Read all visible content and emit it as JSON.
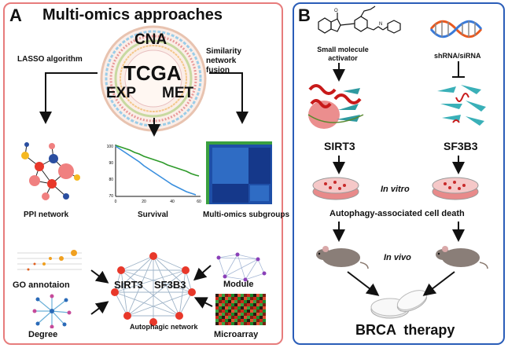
{
  "panel_a": {
    "letter": "A",
    "title": "Multi-omics approaches",
    "circos_labels": {
      "cna": "CNA",
      "tcga": "TCGA",
      "exp": "EXP",
      "met": "MET"
    },
    "lasso_label": "LASSO algorithm",
    "snf_label": "Similarity network fusion",
    "ppi_label": "PPI network",
    "survival_label": "Survival",
    "subgroups_label": "Multi-omics subgroups",
    "survival_ticks": {
      "y": [
        "100",
        "90",
        "80",
        "70"
      ],
      "x": [
        "0",
        "20",
        "40",
        "60"
      ]
    },
    "go_label": "GO annotaion",
    "degree_label": "Degree",
    "module_label": "Module",
    "microarray_label": "Microarray",
    "network_genes": {
      "left": "SIRT3",
      "right": "SF3B3"
    },
    "autophagic_label": "Autophagic network",
    "colors": {
      "border": "#e77c7c",
      "node": "#e8382a",
      "green": "#2e9a2a",
      "blue": "#3a8fde"
    }
  },
  "panel_b": {
    "letter": "B",
    "activator_label": "Small molecule activator",
    "shrna_label": "shRNA/siRNA",
    "sirt3_label": "SIRT3",
    "sf3b3_label": "SF3B3",
    "in_vitro_label": "In vitro",
    "autophagy_label": "Autophagy-associated cell death",
    "in_vivo_label": "In vivo",
    "therapy_label": "BRCA  therapy",
    "colors": {
      "border": "#2a5db8"
    }
  }
}
